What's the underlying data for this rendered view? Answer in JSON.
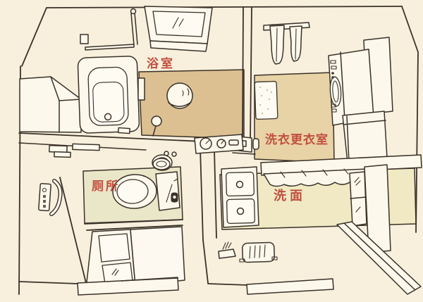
{
  "illustration": {
    "type": "hand-drawn bathroom floor plan (cutaway overhead sketch)",
    "background_color": "#f8f0dd",
    "ink_color": "#3a3128",
    "label_color": "#c04f3e"
  },
  "rooms": {
    "bathroom": {
      "label": "浴室",
      "floor_color": "#dcc091"
    },
    "laundry": {
      "label": "洗衣更衣室",
      "floor_color": "#e8d3a6"
    },
    "toilet": {
      "label": "厕所",
      "floor_color": "#eae6c8"
    },
    "washroom": {
      "label": "洗面",
      "floor_color": "#f0e9c4"
    }
  }
}
